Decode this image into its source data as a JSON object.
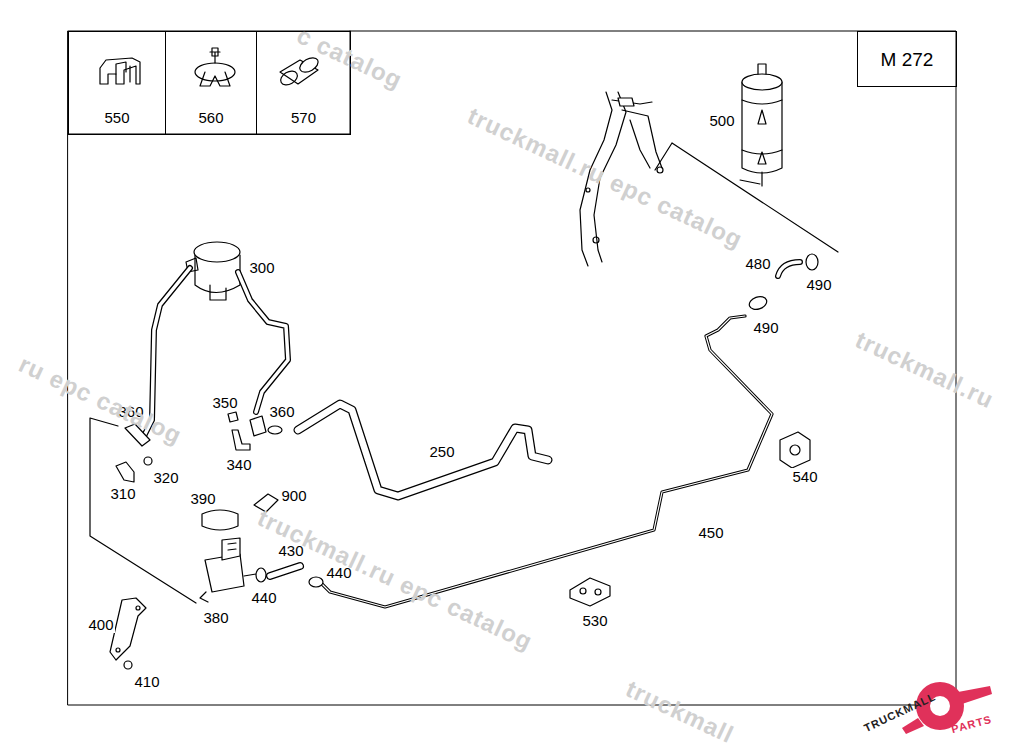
{
  "diagram": {
    "nodes": [
      {
        "text": [
          "550"
        ]
      },
      {
        "text": [
          "560"
        ]
      },
      {
        "text": [
          "570"
        ]
      },
      {
        "text": [
          "M 272"
        ]
      }
    ],
    "labels": [
      "500",
      "300",
      "480",
      "490",
      "490",
      "360",
      "350",
      "360",
      "250",
      "320",
      "310",
      "340",
      "390",
      "900",
      "540",
      "450",
      "430",
      "440",
      "440",
      "380",
      "530",
      "400",
      "410",
      "c catalog",
      "truckmall.ru epc catalog",
      "truckmall.ru",
      "ru epc catalog",
      "truckmall.ru epc catalog",
      "truckmall",
      "TRUCKMALL",
      "PARTS"
    ]
  }
}
